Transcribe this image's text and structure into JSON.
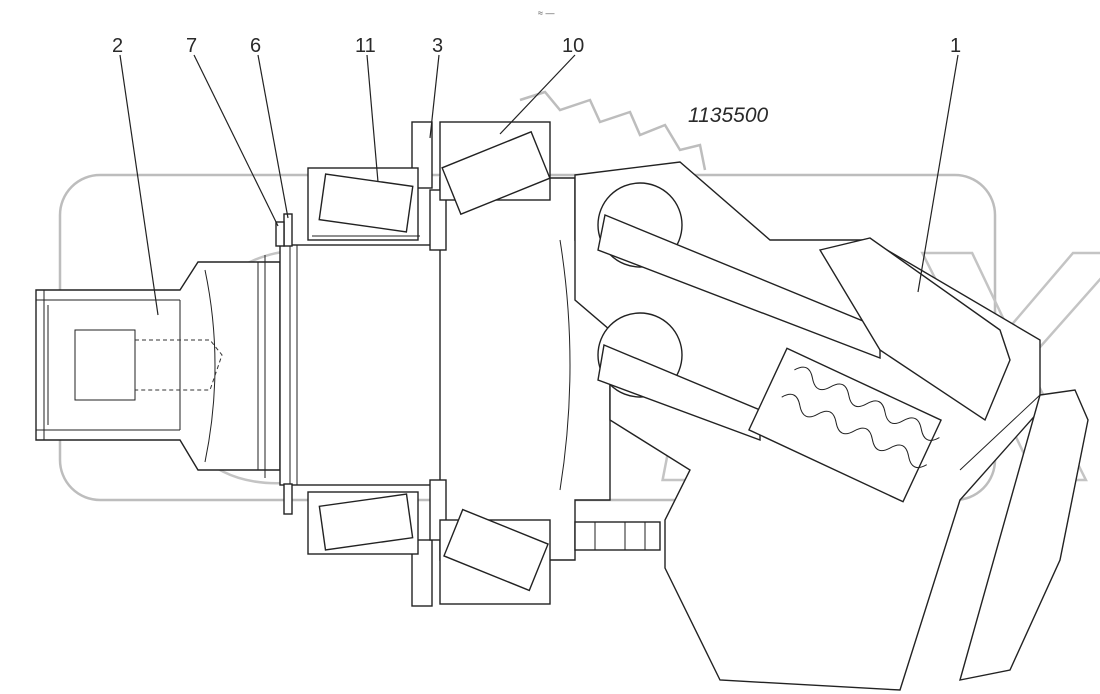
{
  "part_number": "1135500",
  "corner_mark": "≈ —",
  "watermark": {
    "text": "OPEX",
    "icon": "gear-logo-watermark"
  },
  "callouts": [
    {
      "id": "callout-2",
      "label": "2"
    },
    {
      "id": "callout-7",
      "label": "7"
    },
    {
      "id": "callout-6",
      "label": "6"
    },
    {
      "id": "callout-11",
      "label": "11"
    },
    {
      "id": "callout-3",
      "label": "3"
    },
    {
      "id": "callout-10",
      "label": "10"
    },
    {
      "id": "callout-1",
      "label": "1"
    }
  ]
}
